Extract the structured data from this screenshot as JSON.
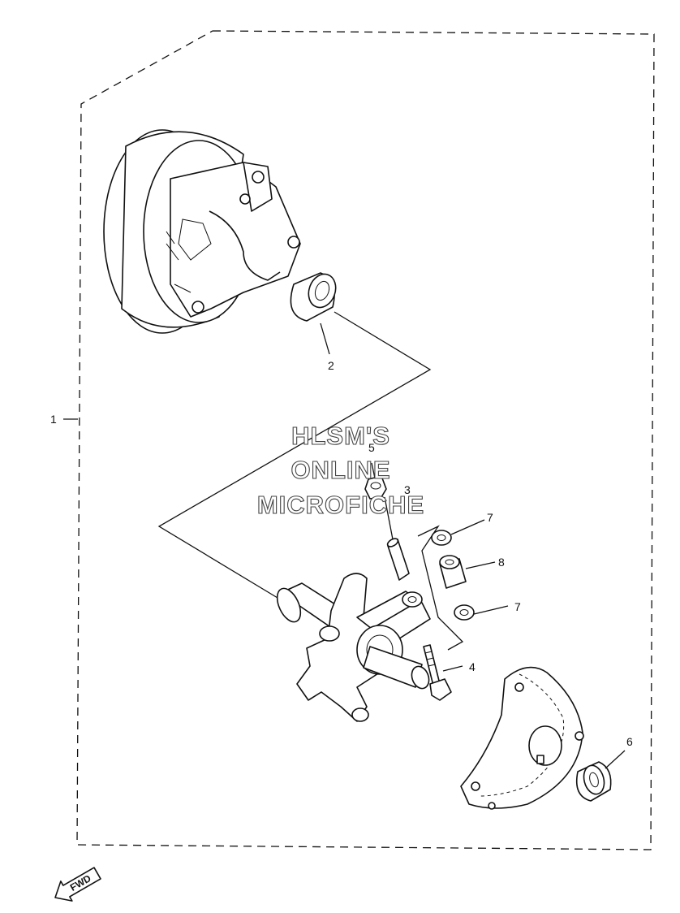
{
  "callouts": {
    "c1": "1",
    "c2": "2",
    "c3": "3",
    "c4": "4",
    "c5": "5",
    "c6": "6",
    "c7a": "7",
    "c7b": "7",
    "c8": "8"
  },
  "watermark": {
    "line1": "HLSM'S",
    "line2": "ONLINE",
    "line3": "MICROFICHE"
  },
  "fwd_label": "FWD",
  "icons": {
    "direction_arrow": "arrow-fwd-icon"
  }
}
